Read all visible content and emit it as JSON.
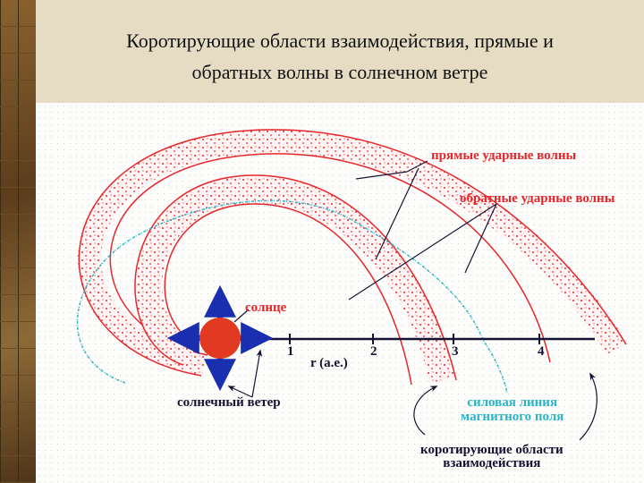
{
  "title_line1": "Коротирующие области взаимодействия, прямые и",
  "title_line2": "обратных волны в солнечном ветре",
  "labels": {
    "forward_shocks": "прямые ударные волны",
    "reverse_shocks": "обратные ударные волны",
    "sun": "солнце",
    "solar_wind": "солнечный ветер",
    "axis": "r (а.е.)",
    "field_line_1": "силовая линия",
    "field_line_2": "магнитного поля",
    "cir_1": "коротирующие области",
    "cir_2": "взаимодействия"
  },
  "ticks": [
    "1",
    "2",
    "3",
    "4"
  ],
  "colors": {
    "shock": "#e8262a",
    "field": "#2bb5c4",
    "arrow": "#1a2fb0",
    "ink": "#141432"
  }
}
